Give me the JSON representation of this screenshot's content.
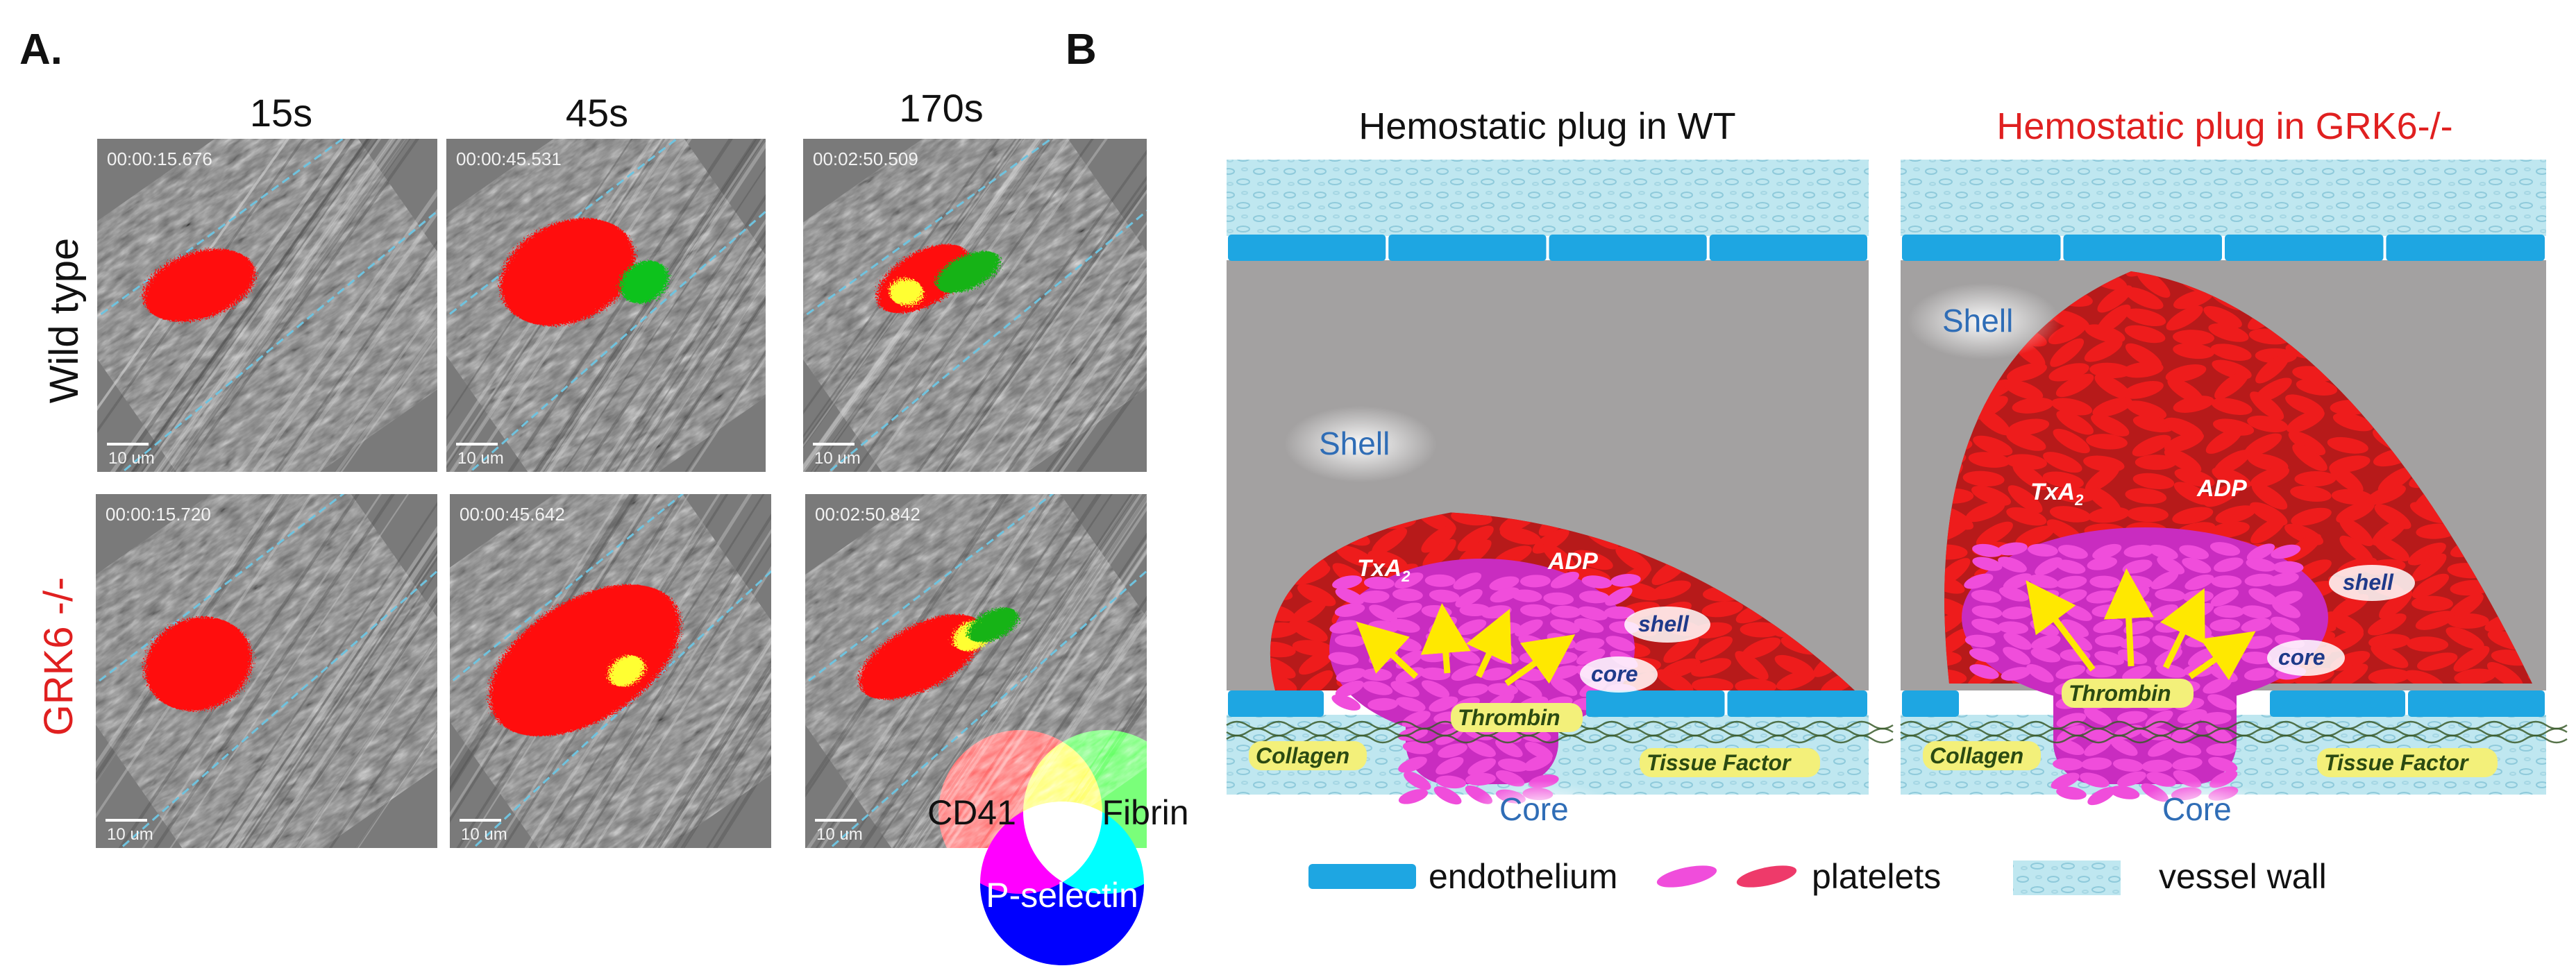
{
  "panel_a": {
    "letter": "A.",
    "time_columns": [
      "15s",
      "45s",
      "170s"
    ],
    "row_labels": [
      "Wild type",
      "GRK6 -/-"
    ],
    "timestamps": [
      [
        "00:00:15.676",
        "00:00:45.531",
        "00:02:50.509"
      ],
      [
        "00:00:15.720",
        "00:00:45.642",
        "00:02:50.842"
      ]
    ],
    "scale_labels": [
      [
        "10 um",
        "10 um",
        "10 um"
      ],
      [
        "10 um",
        "10 um",
        "10 um"
      ]
    ],
    "venn": {
      "labels": [
        "CD41",
        "Fibrin",
        "P-selectin"
      ],
      "colors": [
        "#ff0000",
        "#00ff00",
        "#0000ff"
      ]
    }
  },
  "panel_b": {
    "letter": "B",
    "plugs": [
      {
        "title": "Hemostatic plug in WT",
        "title_color": "#111111",
        "shell_big": "Shell",
        "shell_small": "shell",
        "core_small": "core",
        "core_big": "Core",
        "txa2": "TxA",
        "txa2_sub": "2",
        "adp": "ADP",
        "thrombin": "Thrombin",
        "collagen": "Collagen",
        "tissue_factor": "Tissue Factor"
      },
      {
        "title": "Hemostatic plug in GRK6-/-",
        "title_color": "#e02020",
        "shell_big": "Shell",
        "shell_small": "shell",
        "core_small": "core",
        "core_big": "Core",
        "txa2": "TxA",
        "txa2_sub": "2",
        "adp": "ADP",
        "thrombin": "Thrombin",
        "collagen": "Collagen",
        "tissue_factor": "Tissue Factor"
      }
    ],
    "legend": {
      "endothelium": "endothelium",
      "platelets": "platelets",
      "vessel_wall": "vessel wall"
    },
    "colors": {
      "endothelium": "#1ea6e2",
      "vessel_wall": "#bfe7f0",
      "lumen": "#a3a1a1",
      "shell_platelet": "#ee1c1c",
      "core_platelet": "#f04ddb",
      "arrow": "#ffe800",
      "label_bg": "#f3f07a"
    }
  },
  "row_label_color_mutant": "#e02020"
}
